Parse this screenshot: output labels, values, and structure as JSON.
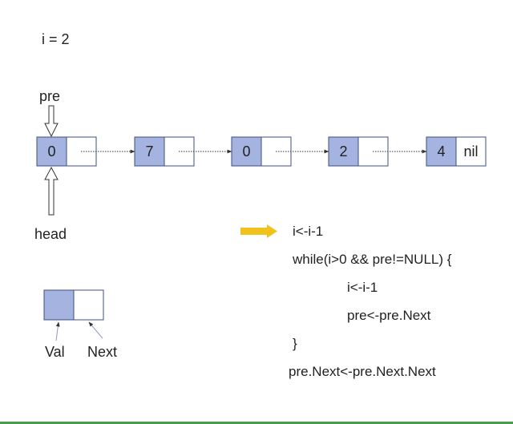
{
  "index_label": "i =  2",
  "pointers": {
    "pre": "pre",
    "head": "head"
  },
  "nodes": [
    {
      "val": "0",
      "next": ""
    },
    {
      "val": "7",
      "next": ""
    },
    {
      "val": "0",
      "next": ""
    },
    {
      "val": "2",
      "next": ""
    },
    {
      "val": "4",
      "next": "nil"
    }
  ],
  "legend": {
    "val_label": "Val",
    "next_label": "Next"
  },
  "code_lines": [
    "i<-i-1",
    "while(i>0 && pre!=NULL) {",
    "i<-i-1",
    "pre<-pre.Next",
    "}",
    "pre.Next<-pre.Next.Next"
  ],
  "colors": {
    "val_fill": "#a4b3e0",
    "node_stroke": "#3d4f7a",
    "current_line_arrow": "#f2c21c"
  }
}
